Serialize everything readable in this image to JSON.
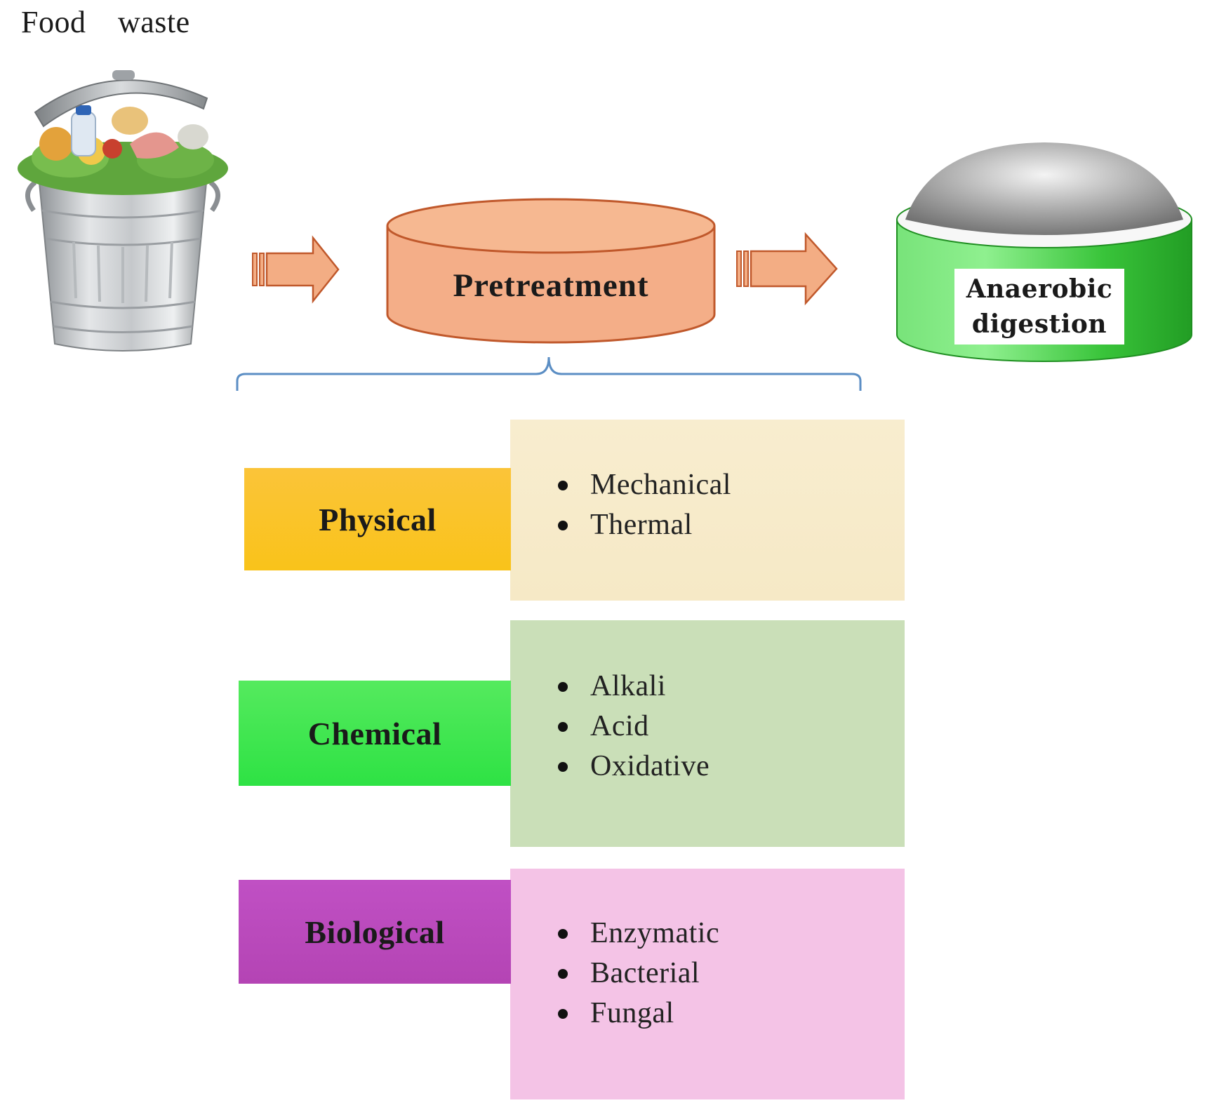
{
  "diagram": {
    "title": "Food waste",
    "pretreatment_label": "Pretreatment",
    "digestion_label": "Anaerobic digestion",
    "categories": [
      {
        "label": "Physical",
        "items": [
          "Mechanical",
          "Thermal"
        ]
      },
      {
        "label": "Chemical",
        "items": [
          "Alkali",
          "Acid",
          "Oxidative"
        ]
      },
      {
        "label": "Biological",
        "items": [
          "Enzymatic",
          "Bacterial",
          "Fungal"
        ]
      }
    ],
    "colors": {
      "physical": "#f9c22b",
      "physical_panel": "#f8ecc9",
      "chemical": "#35e34d",
      "chemical_panel": "#cadfb8",
      "biological": "#b845b8",
      "biological_panel": "#f4c3e6",
      "pretreatment_fill": "#f4ae88",
      "arrow_fill": "#f3ad84",
      "digester_green": "#3bc83b",
      "brace": "#5b8ec4"
    },
    "icons": [
      "trash-can-icon",
      "arrow-right-icon",
      "cylinder-icon",
      "digester-icon"
    ]
  }
}
